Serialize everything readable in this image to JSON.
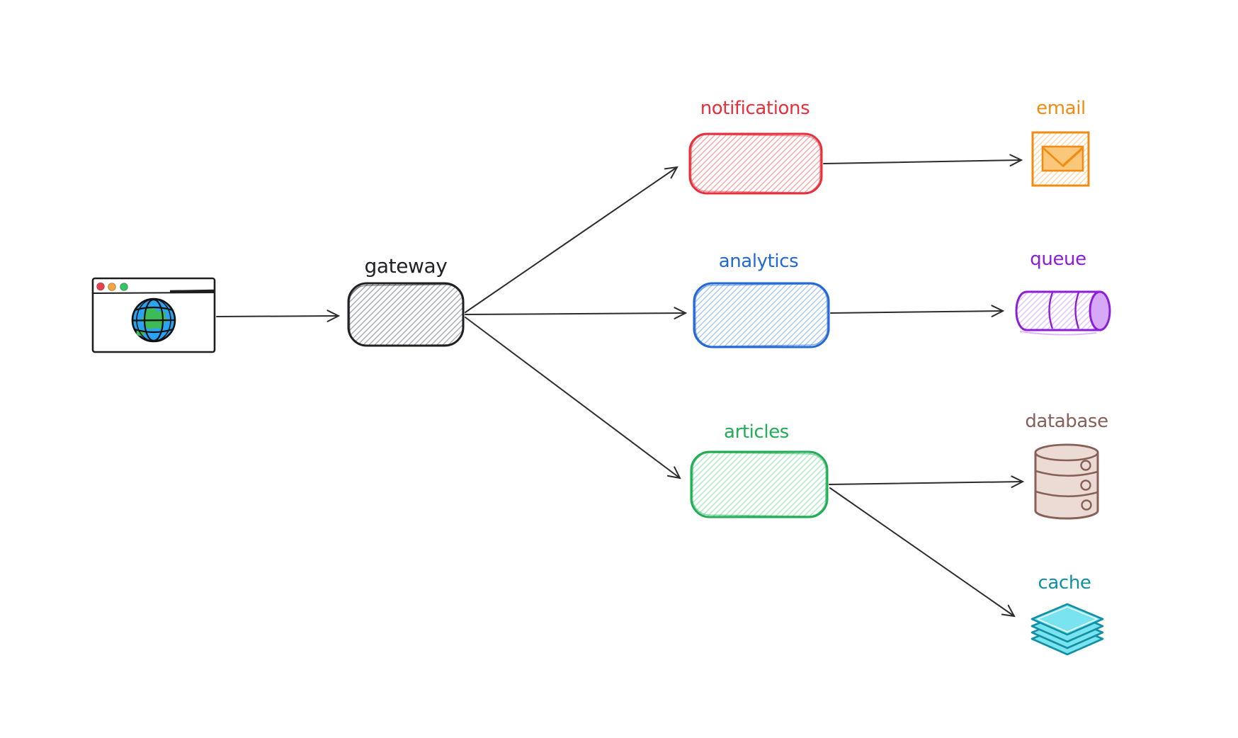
{
  "diagram": {
    "background": "#ffffff",
    "arrow_color": "#2d2d2d",
    "nodes": {
      "browser": {
        "type": "browser-window-with-globe",
        "traffic_lights": [
          "#e8404f",
          "#f2a63c",
          "#35c463"
        ],
        "globe_ocean": "#29a3f2",
        "globe_land": "#3dbb56"
      },
      "gateway": {
        "label": "gateway",
        "color": "#202124",
        "hatch": "#a8abb0"
      },
      "notifications": {
        "label": "notifications",
        "color": "#e8303c",
        "hatch": "#f5a6a6"
      },
      "analytics": {
        "label": "analytics",
        "color": "#2368d6",
        "hatch": "#a9c9f2"
      },
      "articles": {
        "label": "articles",
        "color": "#21ad56",
        "hatch": "#a9e8c0"
      },
      "email": {
        "label": "email",
        "color": "#f08c12",
        "icon": "envelope-icon",
        "envelope_fill": "#fbc77a"
      },
      "queue": {
        "label": "queue",
        "color": "#8d1ed8",
        "icon": "pipe-cylinder-icon",
        "cap_fill": "#d7a8f5"
      },
      "database": {
        "label": "database",
        "color": "#876058",
        "icon": "database-cylinder-icon",
        "body_fill": "#ecdbd4"
      },
      "cache": {
        "label": "cache",
        "color": "#1090a4",
        "icon": "layers-icon",
        "layer_fill": "#79e3ef"
      }
    },
    "edges": [
      {
        "from": "browser",
        "to": "gateway"
      },
      {
        "from": "gateway",
        "to": "notifications"
      },
      {
        "from": "gateway",
        "to": "analytics"
      },
      {
        "from": "gateway",
        "to": "articles"
      },
      {
        "from": "notifications",
        "to": "email"
      },
      {
        "from": "analytics",
        "to": "queue"
      },
      {
        "from": "articles",
        "to": "database"
      },
      {
        "from": "articles",
        "to": "cache"
      }
    ]
  }
}
